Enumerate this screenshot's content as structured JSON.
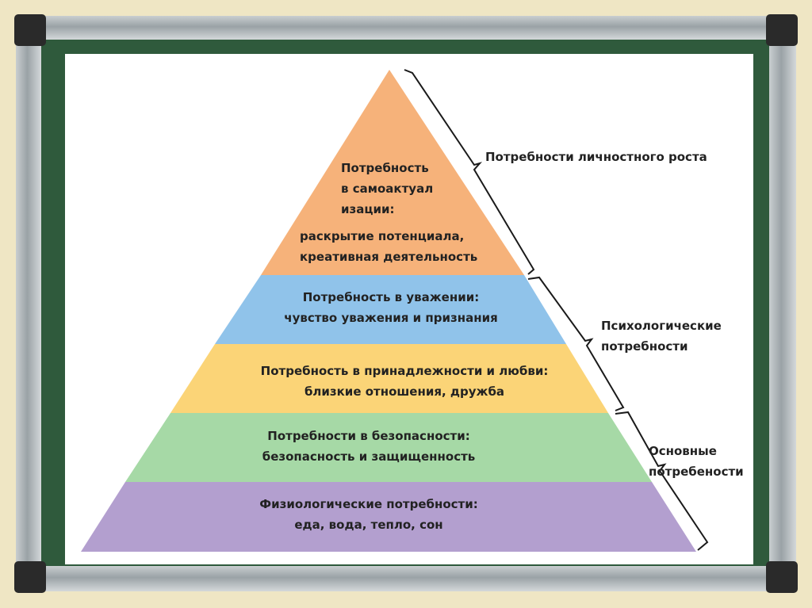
{
  "levels": [
    {
      "title_lines": [
        "Потребность",
        "в самоактуал",
        "изации:"
      ],
      "detail_lines": [
        "раскрытие потенциала,",
        "креативная деятельность"
      ],
      "color": "#f6b27a"
    },
    {
      "title": "Потребность в уважении:",
      "detail": "чувство уважения и признания",
      "color": "#90c3ea"
    },
    {
      "title": "Потребность в принадлежности и любви:",
      "detail": "близкие отношения, дружба",
      "color": "#fbd477"
    },
    {
      "title": "Потребности в безопасности:",
      "detail": "безопасность и защищенность",
      "color": "#a6d9a6"
    },
    {
      "title": "Физиологические потребности:",
      "detail": "еда, вода, тепло, сон",
      "color": "#b39fcf"
    }
  ],
  "groups": [
    {
      "lines": [
        "Потребности личностного роста"
      ]
    },
    {
      "lines": [
        "Психологические",
        "потребности"
      ]
    },
    {
      "lines": [
        "Основные",
        "потребености"
      ]
    }
  ]
}
